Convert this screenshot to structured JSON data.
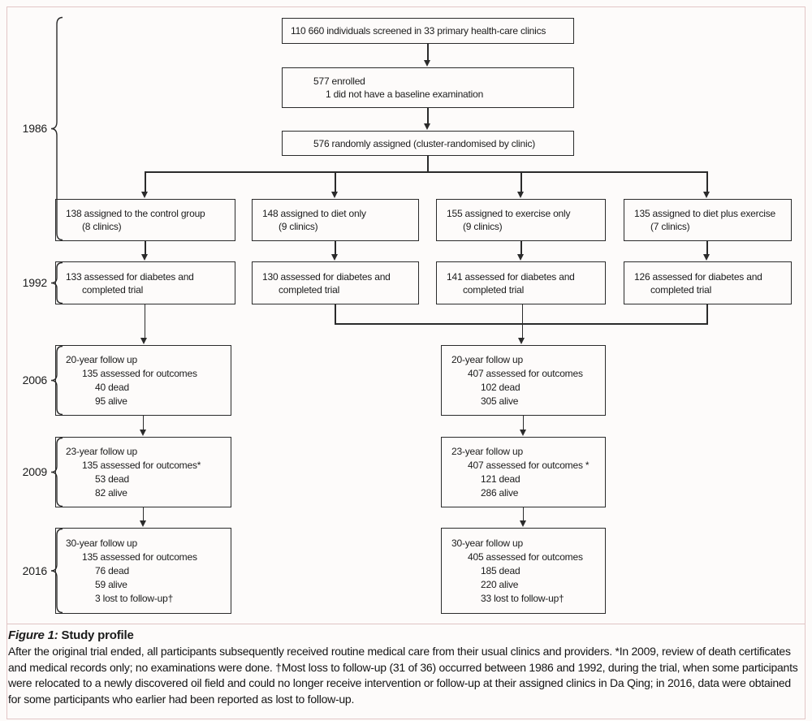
{
  "page": {
    "frame_color": "#e3c6c6",
    "line_color": "#2b2b2b",
    "background": "#fdfbfa"
  },
  "flowchart": {
    "screened": {
      "text": "110 660 individuals screened in 33 primary health-care clinics"
    },
    "enrolled": {
      "line1": "577 enrolled",
      "line2": "1 did not have a baseline examination"
    },
    "randomised": {
      "text": "576 randomly assigned (cluster-randomised by clinic)"
    },
    "groups": {
      "control": {
        "line1": "138 assigned to the control group",
        "line2": "(8 clinics)"
      },
      "diet": {
        "line1": "148 assigned to diet only",
        "line2": "(9 clinics)"
      },
      "exercise": {
        "line1": "155 assigned to exercise only",
        "line2": "(9 clinics)"
      },
      "diet_exercise": {
        "line1": "135 assigned to diet plus exercise",
        "line2": "(7 clinics)"
      }
    },
    "trial_end": {
      "control": {
        "line1": "133 assessed for diabetes and",
        "line2": "completed trial"
      },
      "diet": {
        "line1": "130 assessed for diabetes and",
        "line2": "completed trial"
      },
      "exercise": {
        "line1": "141 assessed for diabetes and",
        "line2": "completed trial"
      },
      "diet_exercise": {
        "line1": "126 assessed for diabetes and",
        "line2": "completed trial"
      }
    },
    "followup_20yr": {
      "control": [
        "20-year follow up",
        "135 assessed for outcomes",
        "40 dead",
        "95 alive"
      ],
      "combined": [
        "20-year follow up",
        "407 assessed for outcomes",
        "102 dead",
        "305 alive"
      ]
    },
    "followup_23yr": {
      "control": [
        "23-year follow up",
        "135 assessed for outcomes*",
        "53 dead",
        "82 alive"
      ],
      "combined": [
        "23-year follow up",
        "407 assessed for outcomes *",
        "121 dead",
        "286 alive"
      ]
    },
    "followup_30yr": {
      "control": [
        "30-year follow up",
        "135 assessed for outcomes",
        "76 dead",
        "59 alive",
        "3 lost to follow-up†"
      ],
      "combined": [
        "30-year follow up",
        "405 assessed for outcomes",
        "185 dead",
        "220 alive",
        "33 lost to follow-up†"
      ]
    },
    "years": {
      "y1986": "1986",
      "y1992": "1992",
      "y2006": "2006",
      "y2009": "2009",
      "y2016": "2016"
    }
  },
  "caption": {
    "label": "Figure 1:",
    "title": " Study profile",
    "body": "After the original trial ended, all participants subsequently received routine medical care from their usual clinics and providers. *In 2009, review of death certificates and medical records only; no examinations were done. †Most loss to follow-up (31 of 36) occurred between 1986 and 1992, during the trial, when some participants were relocated to a newly discovered oil field and could no longer receive intervention or follow-up at their assigned clinics in Da Qing; in 2016, data were obtained for some participants who earlier had been reported as lost to follow-up."
  }
}
